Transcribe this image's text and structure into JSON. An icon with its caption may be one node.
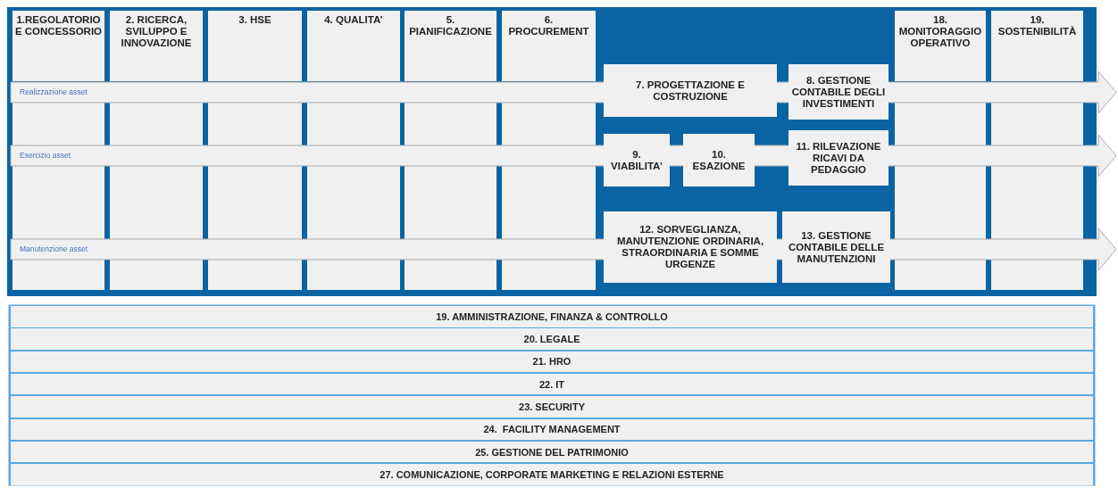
{
  "diagram": {
    "nodes": [
      {
        "text": [
          "1.REGOLATORIO E CONCESSORIO"
        ]
      },
      {
        "text": [
          "2. RICERCA, SVILUPPO E INNOVAZIONE"
        ]
      },
      {
        "text": [
          "3. HSE"
        ]
      },
      {
        "text": [
          "4. QUALITA’"
        ]
      },
      {
        "text": [
          "5. PIANIFICAZIONE"
        ]
      },
      {
        "text": [
          "6. PROCUREMENT"
        ]
      },
      {
        "text": [
          "18. MONITORAGGIO OPERATIVO"
        ]
      },
      {
        "text": [
          "19. SOSTENIBILITÀ"
        ]
      },
      {
        "text": [
          "Realizzazione asset"
        ]
      },
      {
        "text": [
          "7. PROGETTAZIONE E COSTRUZIONE"
        ]
      },
      {
        "text": [
          "8. GESTIONE CONTABILE DEGLI INVESTIMENTI"
        ]
      },
      {
        "text": [
          "Esercizio asset"
        ]
      },
      {
        "text": [
          "9. VIABILITA’"
        ]
      },
      {
        "text": [
          "10. ESAZIONE"
        ]
      },
      {
        "text": [
          "11. RILEVAZIONE RICAVI DA PEDAGGIO"
        ]
      },
      {
        "text": [
          "Manutenzione asset"
        ]
      },
      {
        "text": [
          "12. SORVEGLIANZA, MANUTENZIONE ORDINARIA, STRAORDINARIA E SOMME URGENZE"
        ]
      },
      {
        "text": [
          "13. GESTIONE CONTABILE DELLE MANUTENZIONI"
        ]
      },
      {
        "text": [
          "19. AMMINISTRAZIONE, FINANZA & CONTROLLO"
        ]
      },
      {
        "text": [
          "20. LEGALE"
        ]
      },
      {
        "text": [
          "21. HRO"
        ]
      },
      {
        "text": [
          "22. IT"
        ]
      },
      {
        "text": [
          "23. SECURITY"
        ]
      },
      {
        "text": [
          "24.  FACILITY MANAGEMENT"
        ]
      },
      {
        "text": [
          "25. GESTIONE DEL PATRIMONIO"
        ]
      },
      {
        "text": [
          "27. COMUNICAZIONE, CORPORATE MARKETING E RELAZIONI ESTERNE"
        ]
      }
    ]
  }
}
